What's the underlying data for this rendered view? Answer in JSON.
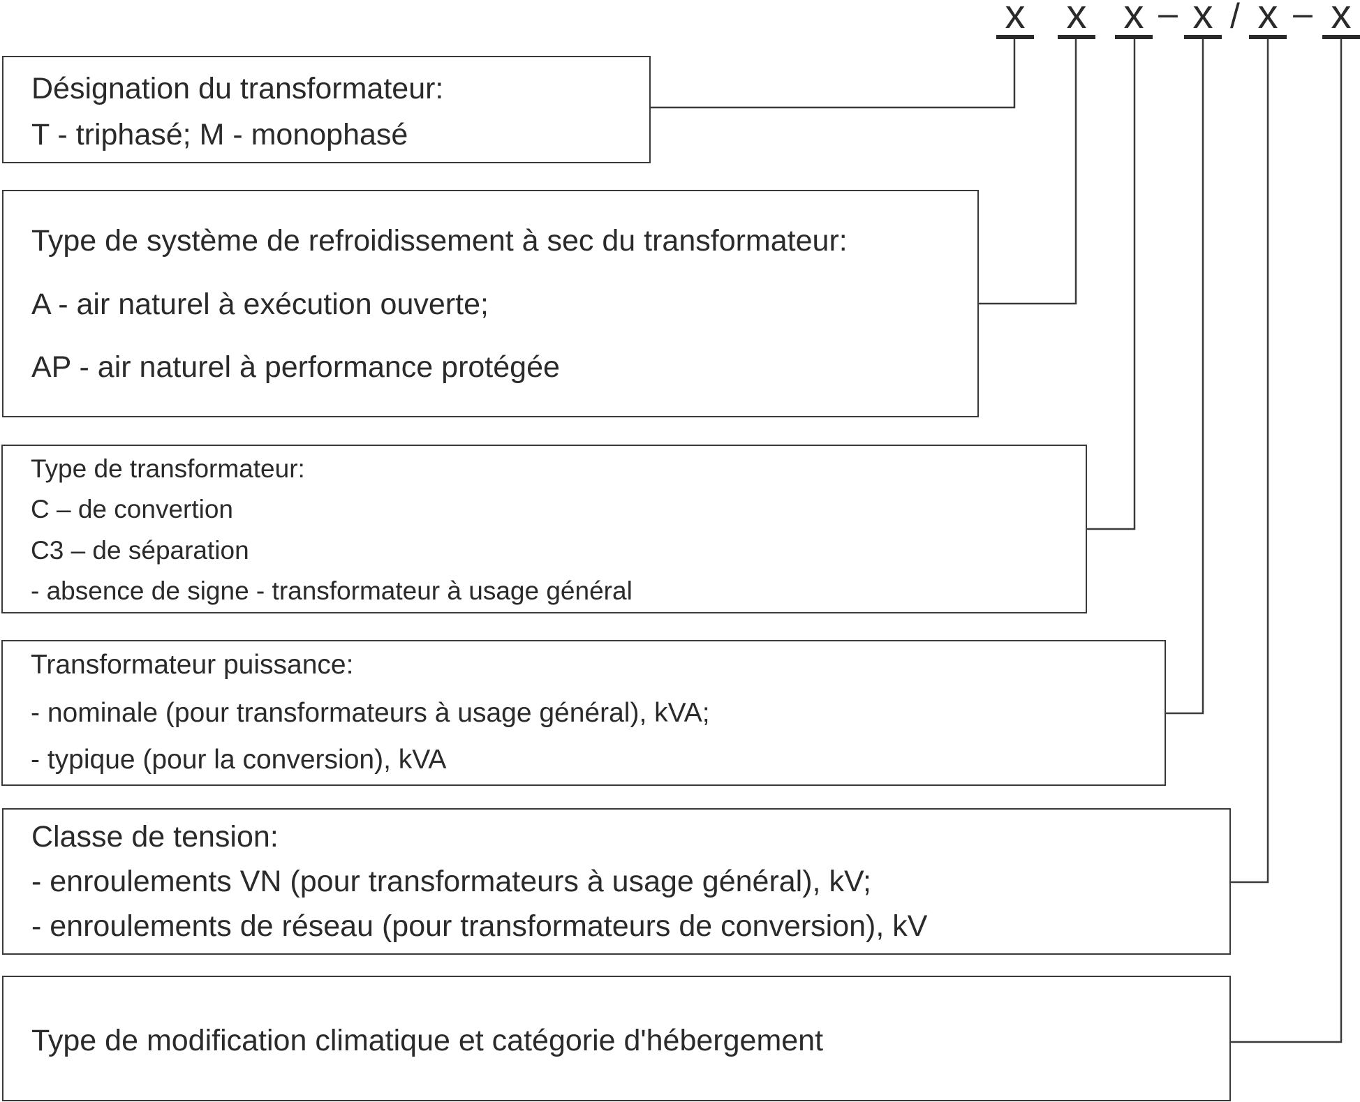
{
  "code": {
    "chars": [
      "x",
      "x",
      "x",
      "x",
      "x",
      "x"
    ],
    "separators": [
      "–",
      "/",
      "–"
    ]
  },
  "boxes": [
    {
      "id": "designation",
      "lines": [
        "Désignation du transformateur:",
        "T - triphasé; M - monophasé"
      ]
    },
    {
      "id": "cooling",
      "lines": [
        "Type de système de refroidissement à sec du transformateur:",
        "A - air naturel à exécution ouverte;",
        "AP - air naturel à performance protégée"
      ]
    },
    {
      "id": "type",
      "lines": [
        "Type de transformateur:",
        "C – de convertion",
        "C3 – de séparation",
        "- absence de signe - transformateur à usage général"
      ]
    },
    {
      "id": "power",
      "lines": [
        "Transformateur puissance:",
        "- nominale (pour transformateurs à usage général), kVA;",
        "- typique (pour la conversion), kVA"
      ]
    },
    {
      "id": "voltage",
      "lines": [
        "Classe de tension:",
        "- enroulements VN (pour transformateurs à usage général), kV;",
        "- enroulements de réseau (pour transformateurs de conversion), kV"
      ]
    },
    {
      "id": "climate",
      "lines": [
        "Type de modification climatique et catégorie d'hébergement"
      ]
    }
  ]
}
